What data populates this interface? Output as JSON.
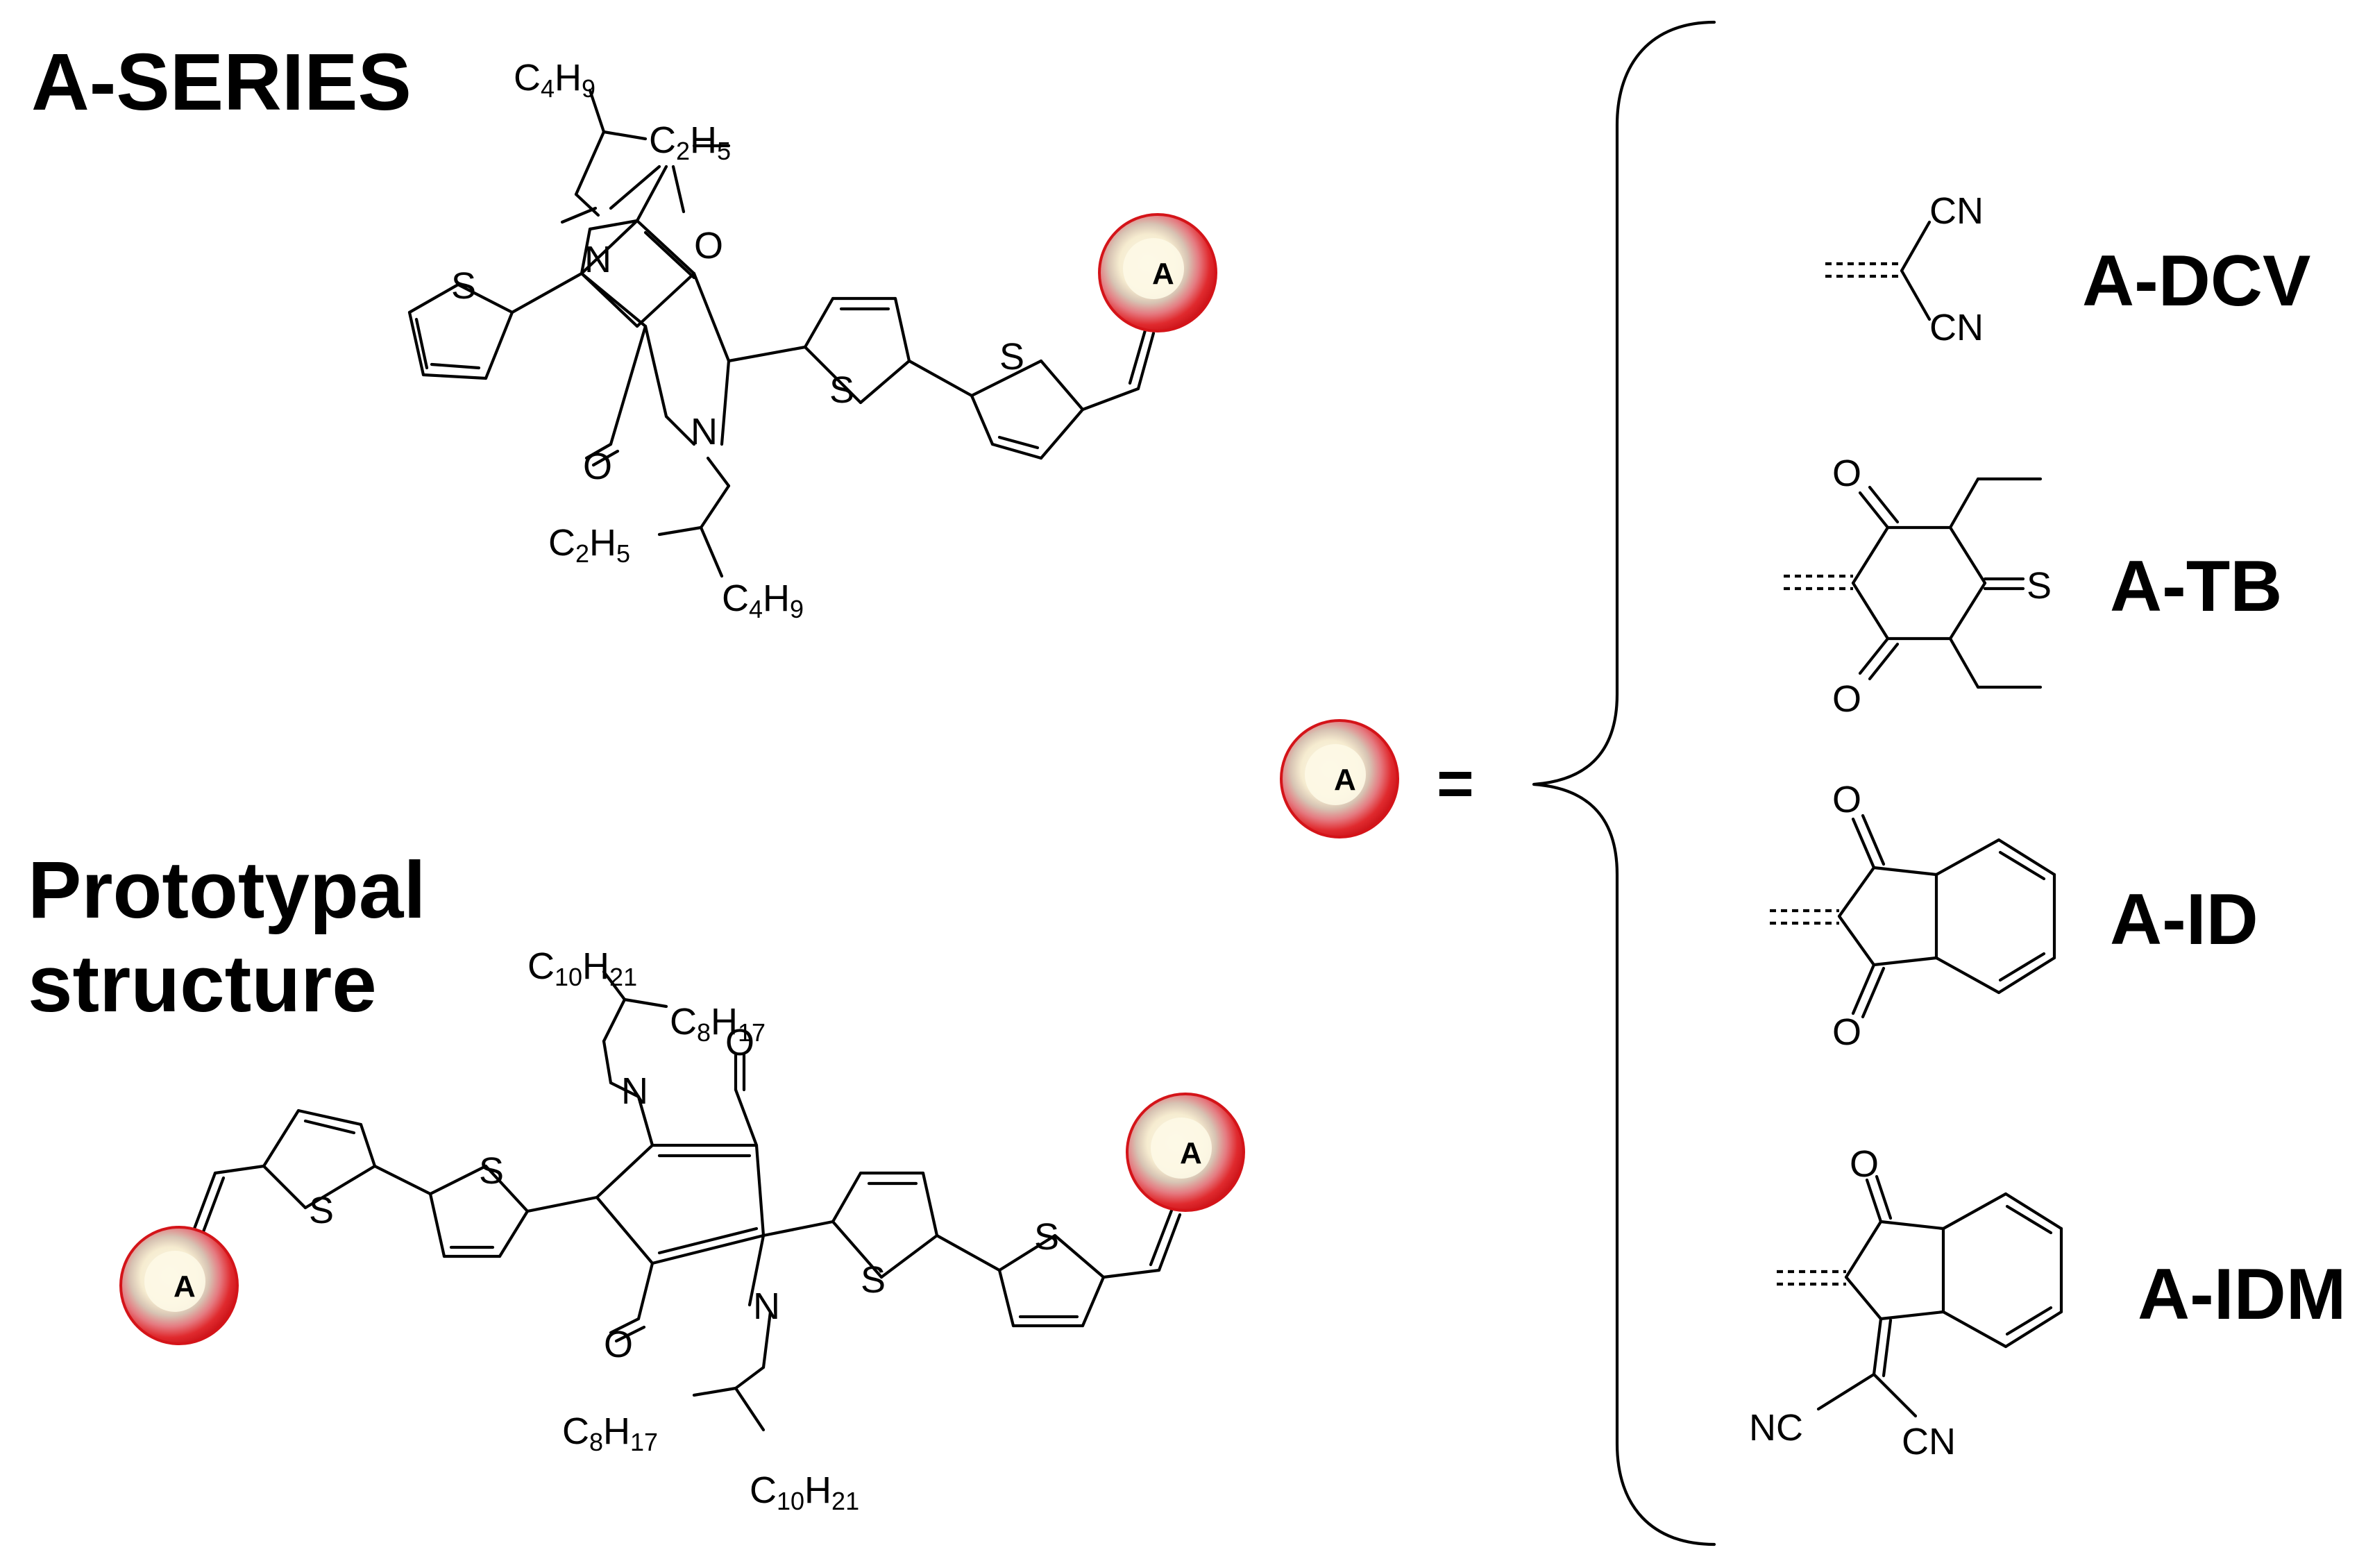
{
  "headings": {
    "top": "A-SERIES",
    "bottom_line1": "Prototypal",
    "bottom_line2": "structure"
  },
  "acceptor_symbol": "A",
  "equals": "=",
  "atoms": {
    "N": "N",
    "O": "O",
    "S": "S"
  },
  "alkyl": {
    "c4h9": [
      "C",
      "4",
      "H",
      "9"
    ],
    "c2h5": [
      "C",
      "2",
      "H",
      "5"
    ],
    "c10h21": [
      "C",
      "10",
      "H",
      "21"
    ],
    "c8h17": [
      "C",
      "8",
      "H",
      "17"
    ]
  },
  "acceptors": [
    {
      "name": "A-DCV",
      "groups": [
        "CN",
        "CN"
      ]
    },
    {
      "name": "A-TB",
      "groups": [
        "O",
        "O",
        "S"
      ]
    },
    {
      "name": "A-ID",
      "groups": [
        "O",
        "O"
      ]
    },
    {
      "name": "A-IDM",
      "groups": [
        "O",
        "NC",
        "CN"
      ]
    }
  ],
  "colors": {
    "ball_rim": "#e0151b",
    "ball_core": "#fbf4dc",
    "line": "#000000"
  }
}
